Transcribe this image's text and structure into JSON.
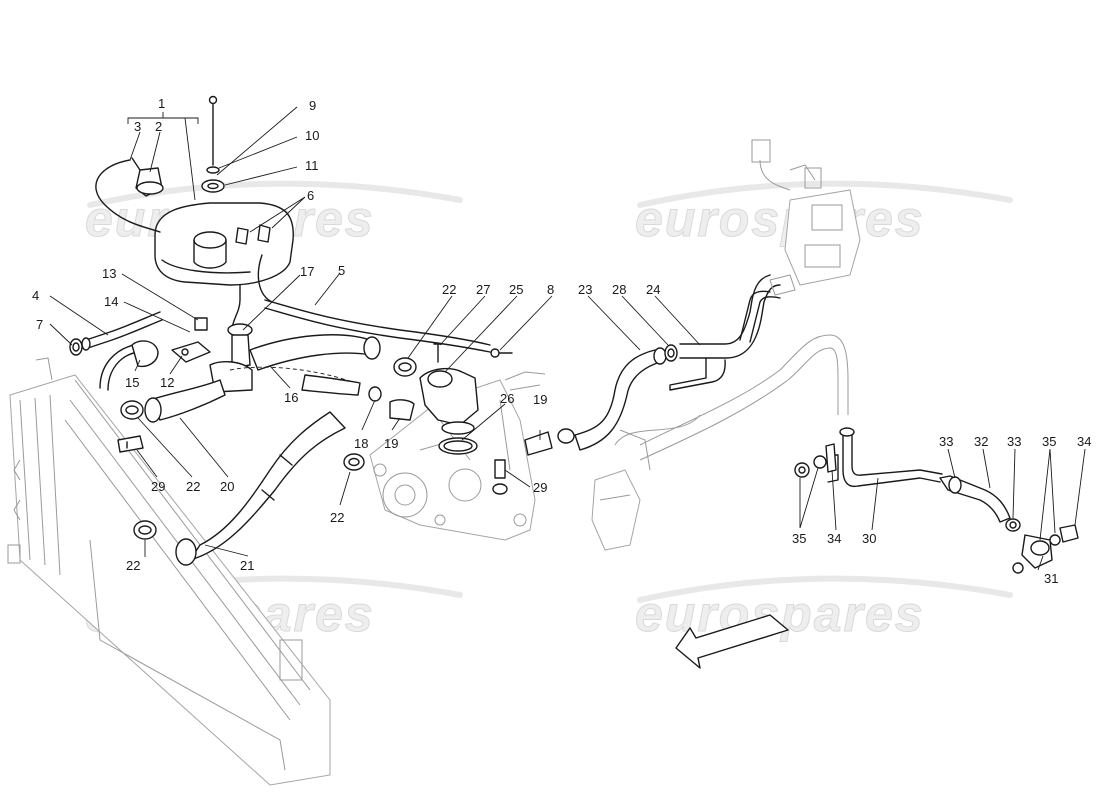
{
  "diagram": {
    "watermark_text": "eurospares",
    "callouts": [
      {
        "id": "c1",
        "text": "1"
      },
      {
        "id": "c2",
        "text": "2"
      },
      {
        "id": "c3",
        "text": "3"
      },
      {
        "id": "c4",
        "text": "4"
      },
      {
        "id": "c5",
        "text": "5"
      },
      {
        "id": "c6",
        "text": "6"
      },
      {
        "id": "c7",
        "text": "7"
      },
      {
        "id": "c8",
        "text": "8"
      },
      {
        "id": "c9",
        "text": "9"
      },
      {
        "id": "c10",
        "text": "10"
      },
      {
        "id": "c11",
        "text": "11"
      },
      {
        "id": "c12",
        "text": "12"
      },
      {
        "id": "c13",
        "text": "13"
      },
      {
        "id": "c14",
        "text": "14"
      },
      {
        "id": "c15",
        "text": "15"
      },
      {
        "id": "c16",
        "text": "16"
      },
      {
        "id": "c17",
        "text": "17"
      },
      {
        "id": "c18",
        "text": "18"
      },
      {
        "id": "c19a",
        "text": "19"
      },
      {
        "id": "c19b",
        "text": "19"
      },
      {
        "id": "c20",
        "text": "20"
      },
      {
        "id": "c21",
        "text": "21"
      },
      {
        "id": "c22a",
        "text": "22"
      },
      {
        "id": "c22b",
        "text": "22"
      },
      {
        "id": "c22c",
        "text": "22"
      },
      {
        "id": "c22d",
        "text": "22"
      },
      {
        "id": "c23",
        "text": "23"
      },
      {
        "id": "c24",
        "text": "24"
      },
      {
        "id": "c25",
        "text": "25"
      },
      {
        "id": "c26",
        "text": "26"
      },
      {
        "id": "c27",
        "text": "27"
      },
      {
        "id": "c28",
        "text": "28"
      },
      {
        "id": "c29a",
        "text": "29"
      },
      {
        "id": "c29b",
        "text": "29"
      },
      {
        "id": "c30",
        "text": "30"
      },
      {
        "id": "c31",
        "text": "31"
      },
      {
        "id": "c32",
        "text": "32"
      },
      {
        "id": "c33a",
        "text": "33"
      },
      {
        "id": "c33b",
        "text": "33"
      },
      {
        "id": "c34a",
        "text": "34"
      },
      {
        "id": "c34b",
        "text": "34"
      },
      {
        "id": "c35a",
        "text": "35"
      },
      {
        "id": "c35b",
        "text": "35"
      }
    ]
  }
}
